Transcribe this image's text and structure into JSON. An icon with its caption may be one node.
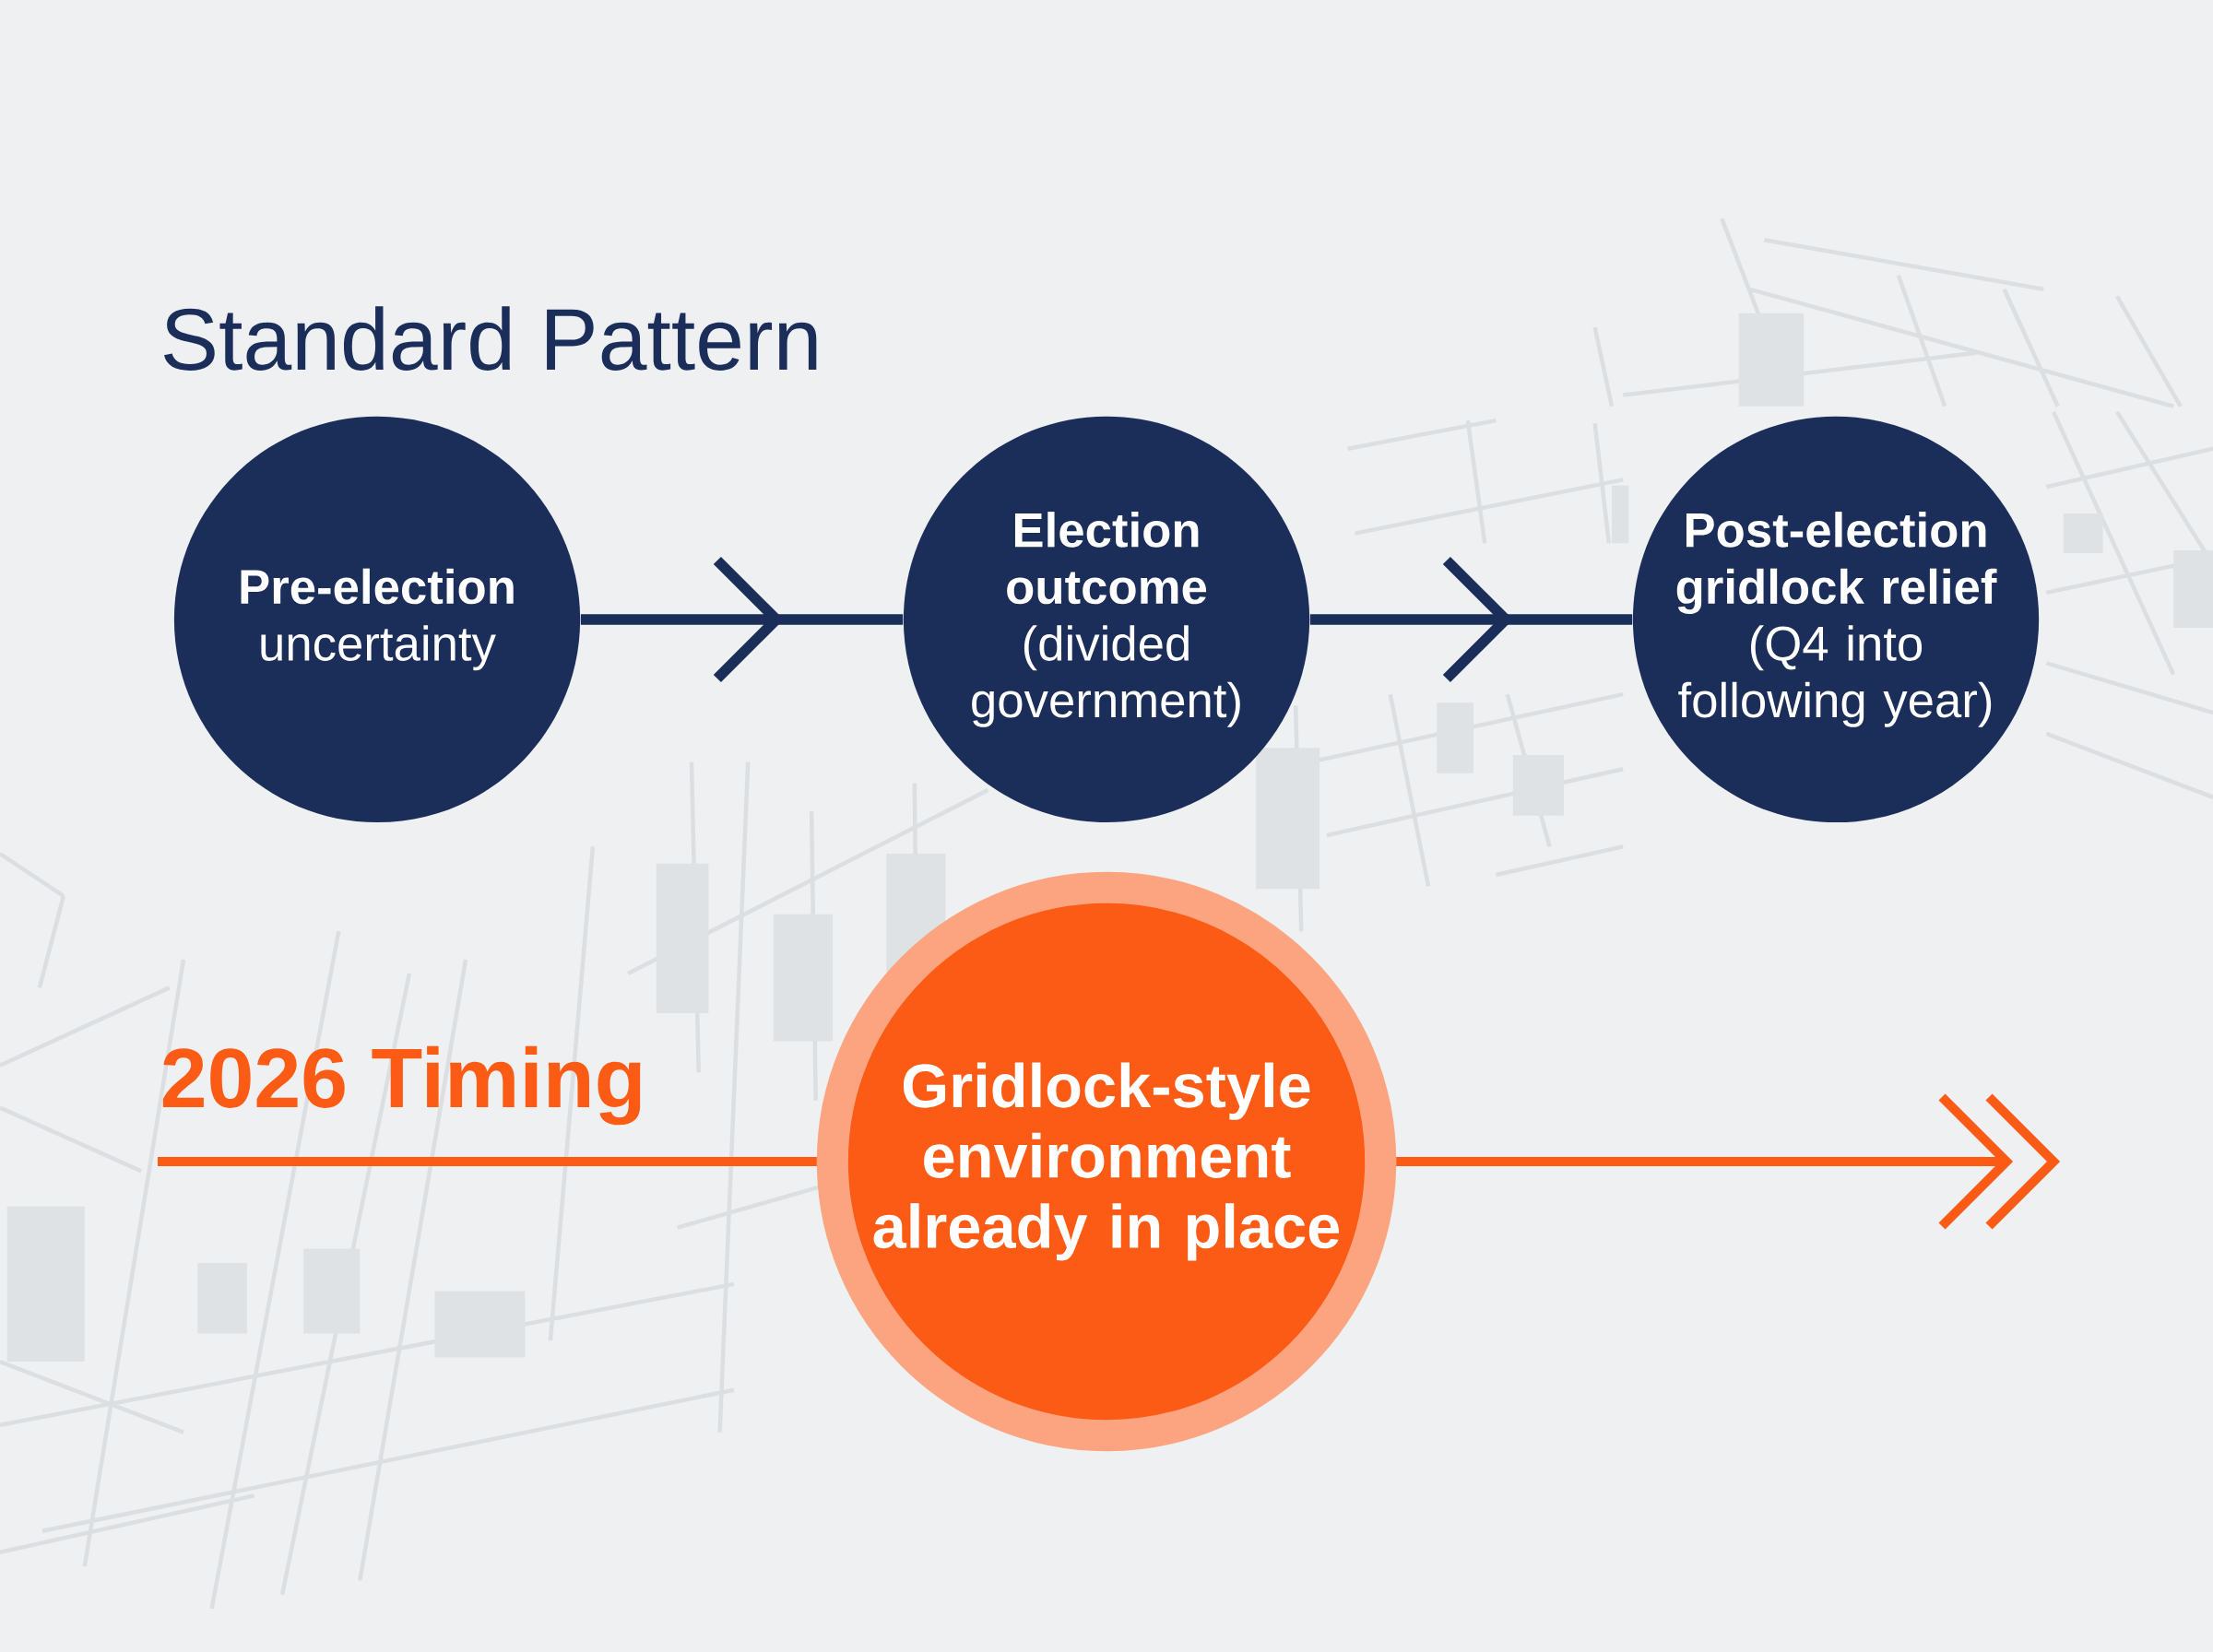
{
  "diagram": {
    "nodes": [
      {
        "text": [
          "Pre-election",
          "uncertainty"
        ]
      },
      {
        "text": [
          "Election outcome",
          "(divided government)"
        ]
      },
      {
        "text": [
          "Post-election gridlock relief",
          "(Q4 into following year)"
        ]
      },
      {
        "text": [
          "Gridlock-style environment already in place"
        ]
      }
    ],
    "edges": [
      {
        "from": 0,
        "to": 1,
        "arrow": "to"
      },
      {
        "from": 1,
        "to": 2,
        "arrow": "to"
      },
      {
        "from": null,
        "to": 3,
        "arrow": "none",
        "color": "#fc5b15"
      },
      {
        "from": 3,
        "to": null,
        "arrow": "to",
        "color": "#fc5b15"
      }
    ],
    "labels": [
      "Standard Pattern",
      "2026 Timing"
    ]
  }
}
